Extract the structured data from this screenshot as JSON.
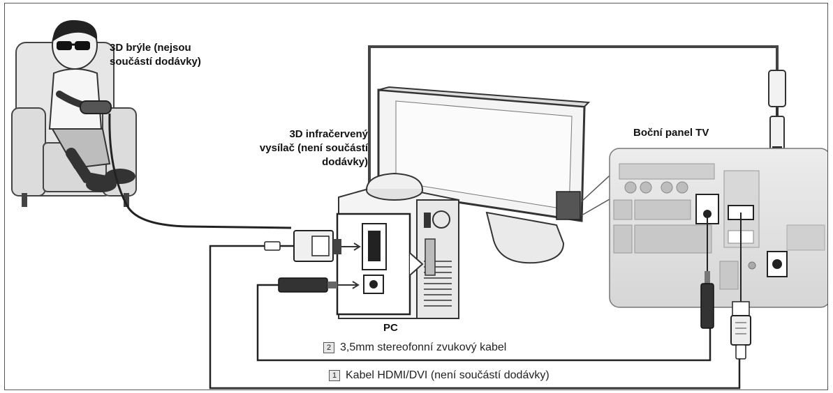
{
  "labels": {
    "glasses": "3D brýle (nejsou součástí dodávky)",
    "glasses_line1": "3D brýle (nejsou",
    "glasses_line2": "součástí dodávky)",
    "emitter_line1": "3D infračervený",
    "emitter_line2": "vysílač (není součástí",
    "emitter_line3": "dodávky)",
    "side_panel": "Boční panel TV",
    "pc": "PC"
  },
  "cables": [
    {
      "number": "2",
      "label": "3,5mm stereofonní zvukový kabel"
    },
    {
      "number": "1",
      "label": "Kabel HDMI/DVI (není součástí dodávky)"
    }
  ]
}
